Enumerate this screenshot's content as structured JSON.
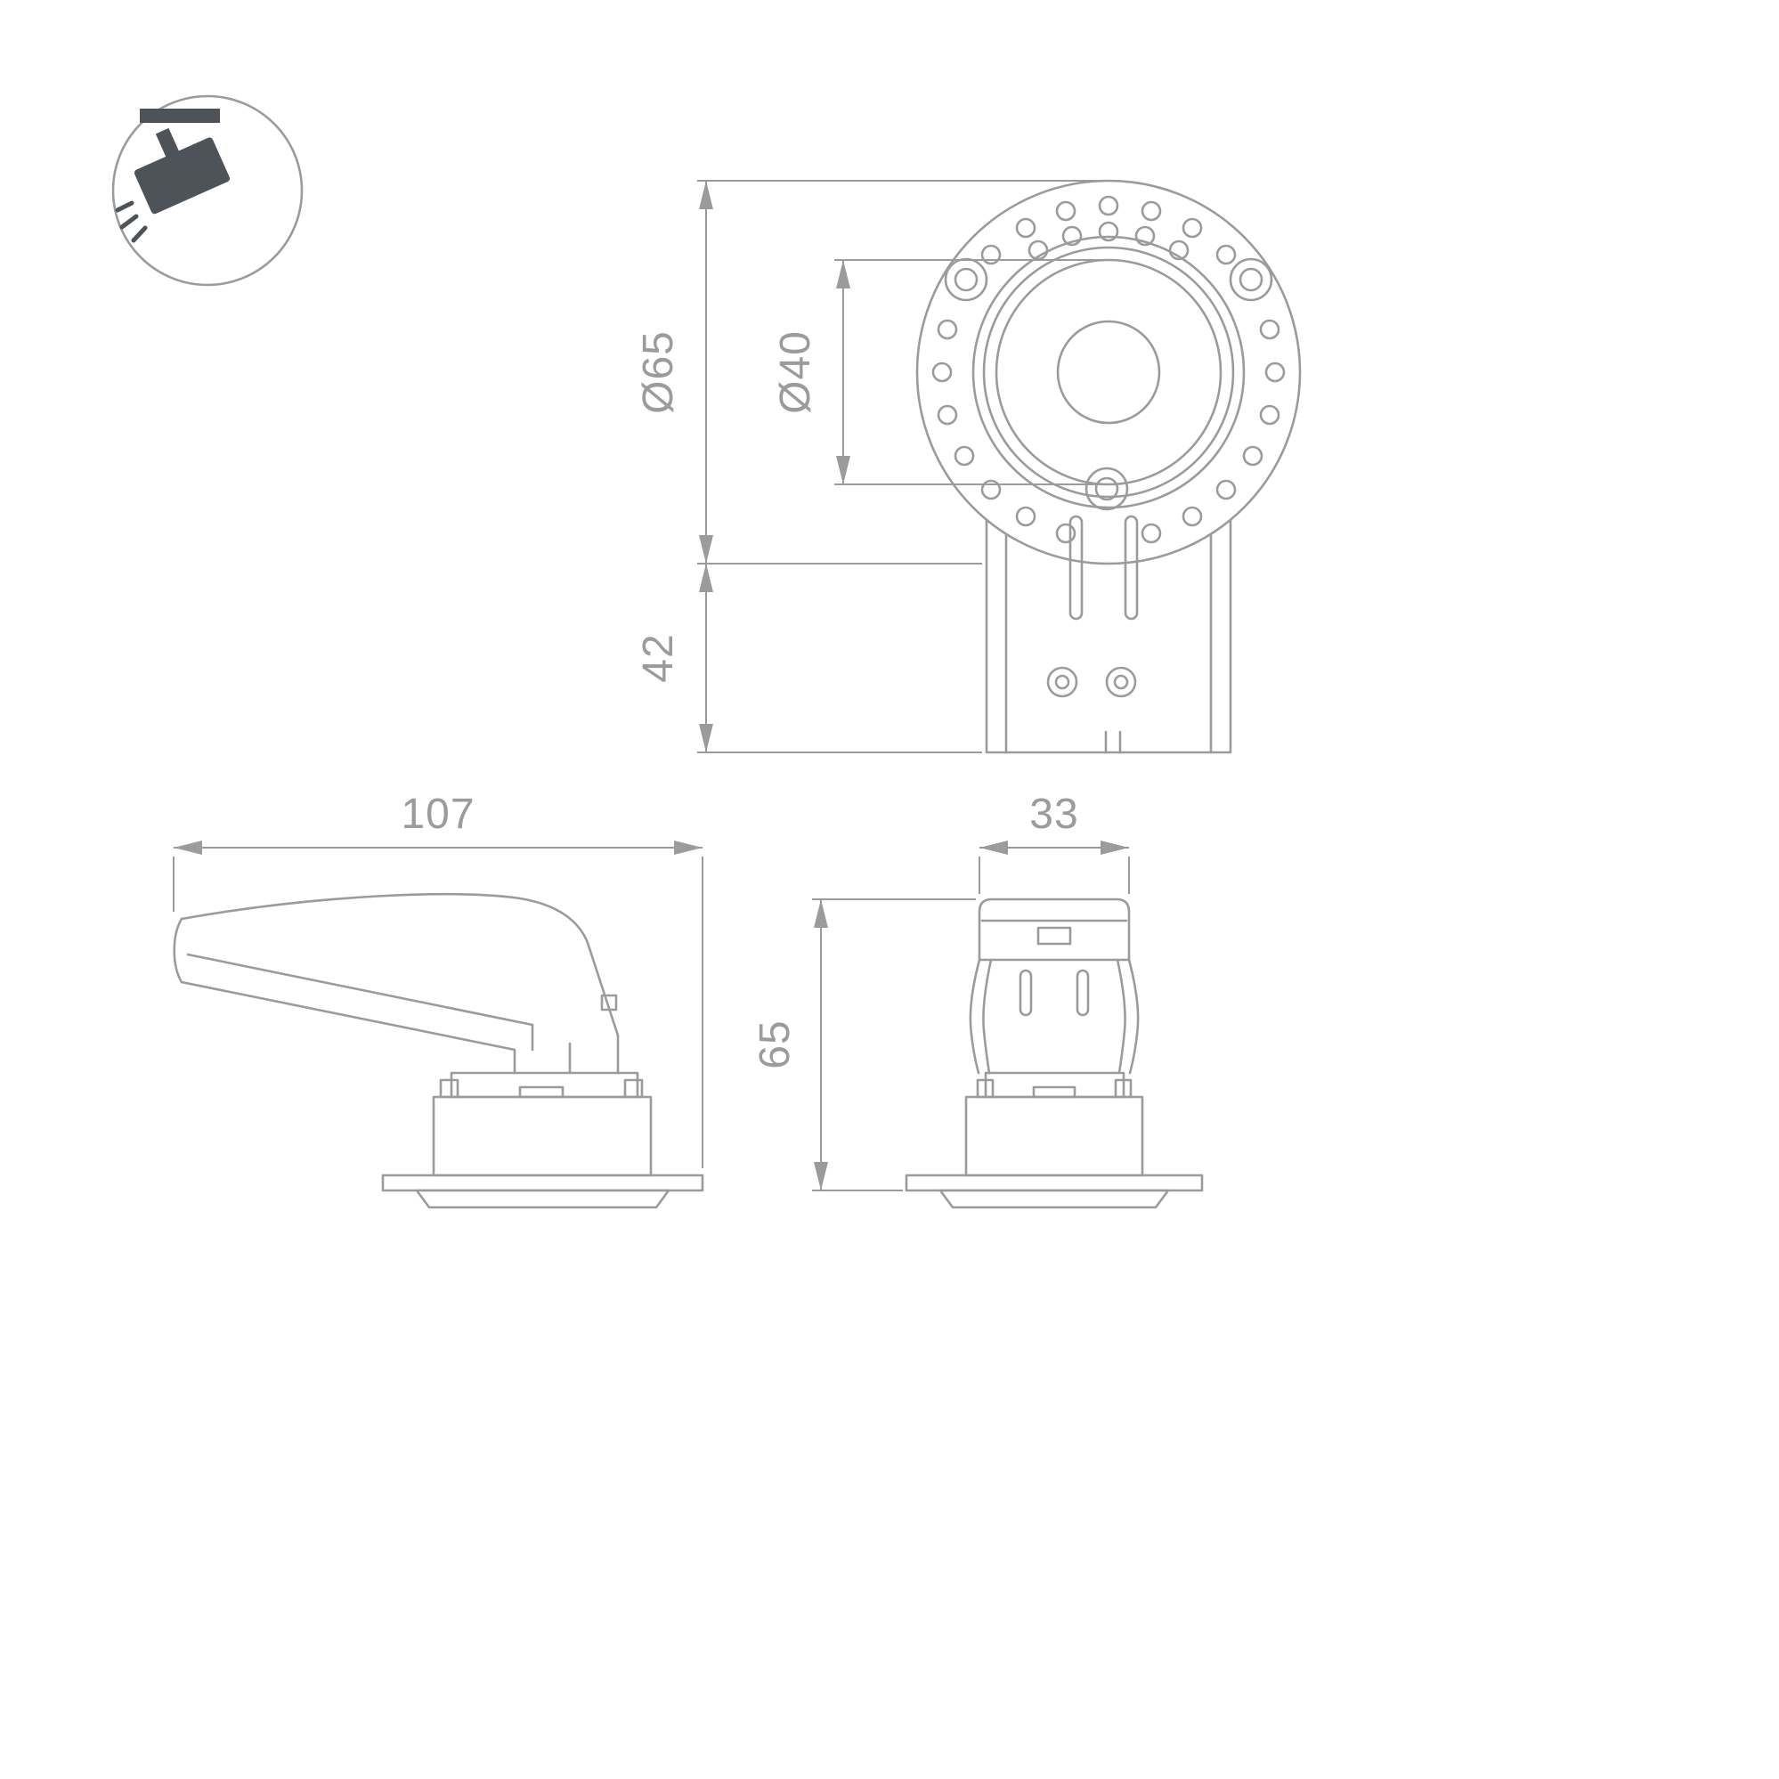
{
  "drawing": {
    "line_color": "#9b9b9b",
    "icon_color": "#4d5358",
    "icon": {
      "name": "ceiling-track-spotlight"
    },
    "top_view": {
      "outer_diameter_label": "Ø65",
      "inner_diameter_label": "Ø40",
      "bracket_depth_label": "42"
    },
    "side_view": {
      "length_label": "107"
    },
    "front_view": {
      "width_label": "33",
      "height_label": "65"
    }
  }
}
